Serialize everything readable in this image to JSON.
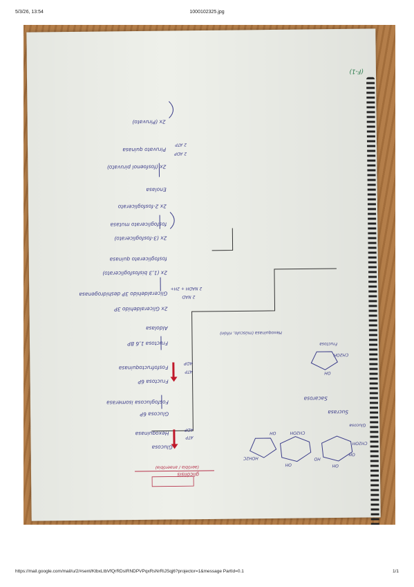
{
  "print_header": {
    "date": "5/3/26, 13:54",
    "title": "1000102325.jpg"
  },
  "print_footer": {
    "url": "https://mail.google.com/mail/u/2/#sent/KtbxLtbVfQrRDsIRNDPVPqxRsNrRiJSqj6?projector=1&message PartId=0.1",
    "page": "1/1"
  },
  "notes": {
    "corner_label": "(F-1)",
    "heading": "glicólisis",
    "heading_sub": "(aeróbia / anaeróbia)",
    "steps": [
      "Glucosa",
      "ATP",
      "ADP",
      "Hexoquinasa",
      "Glucosa 6P",
      "Fosfoglucosa isomerasa",
      "Fructosa 6P",
      "ATP",
      "ADP",
      "Fosfofructoquinasa",
      "Fructosa 1,6 BP",
      "Aldolasa",
      "2x Gliceraldehído 3P",
      "2 NAD",
      "2 NADH + 2H+",
      "Gliceraldehído 3P deshidrogenasa",
      "2x (1,3 bisfosfoglicerato)",
      "fosfoglicerato quinasa",
      "2x (3-fosfoglicerato)",
      "fosfoglicerato mutasa",
      "2x 2-fosfoglicerato",
      "Enolasa",
      "2x (fosfoenol piruvato)",
      "2 ADP",
      "2 ATP",
      "Piruvato quinasa",
      "2x (Piruvato)"
    ],
    "side_labels": [
      "Sacarosa",
      "Sucrasa",
      "Glucosa",
      "Fructosa",
      "Hexoquinasa (músculo, riñón)"
    ],
    "structure_labels": [
      "OH",
      "CH2OH",
      "HO",
      "OH",
      "CH2OH",
      "OH",
      "OH",
      "HOH2C",
      "OH",
      "CH2OH"
    ]
  }
}
